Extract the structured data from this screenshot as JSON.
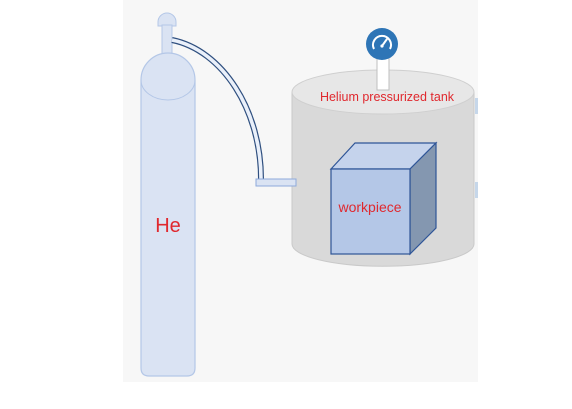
{
  "diagram": {
    "cylinder_label": "He",
    "tank_label": "Helium pressurized tank",
    "workpiece_label": "workpiece",
    "gauge_icon": "gauge-icon"
  },
  "colors": {
    "label_red": "#e0282e",
    "cylinder_fill": "#dae3f3",
    "cylinder_stroke": "#b4c7e7",
    "tank_fill": "#d9d9d9",
    "tank_top": "#e7e7e7",
    "tank_stroke": "#c9c9c9",
    "cube_front": "#b4c7e7",
    "cube_top": "#c5d3ec",
    "cube_side": "#8497b0",
    "cube_stroke": "#2f5597",
    "gauge_fill": "#2e75b6",
    "hose_stroke": "#2f4f7f"
  }
}
